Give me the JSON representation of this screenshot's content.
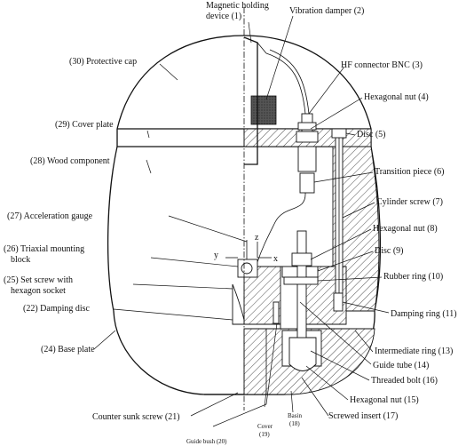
{
  "labels": {
    "l1a": "Magnetic holding",
    "l1b": "device (1)",
    "l2": "Vibration damper (2)",
    "l3": "HF connector BNC (3)",
    "l4": "Hexagonal nut (4)",
    "l5": "Disc (5)",
    "l6": "Transition piece (6)",
    "l7": "Cylinder screw (7)",
    "l8": "Hexagonal nut (8)",
    "l9": "Disc (9)",
    "l10": "Rubber ring (10)",
    "l11": "Damping ring (11)",
    "l13": "Intermediate ring (13)",
    "l14": "Guide tube (14)",
    "l15": "Hexagonal nut (15)",
    "l16": "Threaded bolt (16)",
    "l17": "Screwed insert (17)",
    "l18a": "Basin",
    "l18b": "(18)",
    "l19a": "Cover",
    "l19b": "(19)",
    "l20": "Guide bush (20)",
    "l21": "Counter sunk screw (21)",
    "l22": "(22) Damping disc",
    "l24": "(24) Base plate",
    "l25a": "(25) Set screw with",
    "l25b": "hexagon socket",
    "l26a": "(26) Triaxial mounting",
    "l26b": "block",
    "l27": "(27) Acceleration gauge",
    "l28": "(28) Wood component",
    "l29": "(29) Cover plate",
    "l30": "(30) Protective cap"
  },
  "axes": {
    "x": "x",
    "y": "y",
    "z": "z"
  }
}
